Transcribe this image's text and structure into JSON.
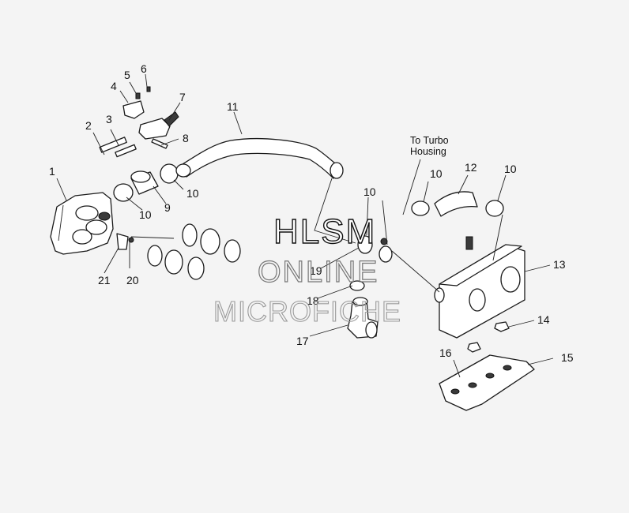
{
  "callouts": {
    "c1": "1",
    "c2": "2",
    "c3": "3",
    "c4": "4",
    "c5": "5",
    "c6": "6",
    "c7": "7",
    "c8": "8",
    "c9": "9",
    "c10a": "10",
    "c10b": "10",
    "c10c": "10",
    "c10d": "10",
    "c10e": "10",
    "c11": "11",
    "c12": "12",
    "c13": "13",
    "c14": "14",
    "c15": "15",
    "c16": "16",
    "c17": "17",
    "c18": "18",
    "c19": "19",
    "c20": "20",
    "c21": "21"
  },
  "note": {
    "line1": "To Turbo",
    "line2": "Housing"
  },
  "watermark": {
    "line1": "HLSM",
    "line2": "ONLINE",
    "line3": "MICROFICHE"
  }
}
